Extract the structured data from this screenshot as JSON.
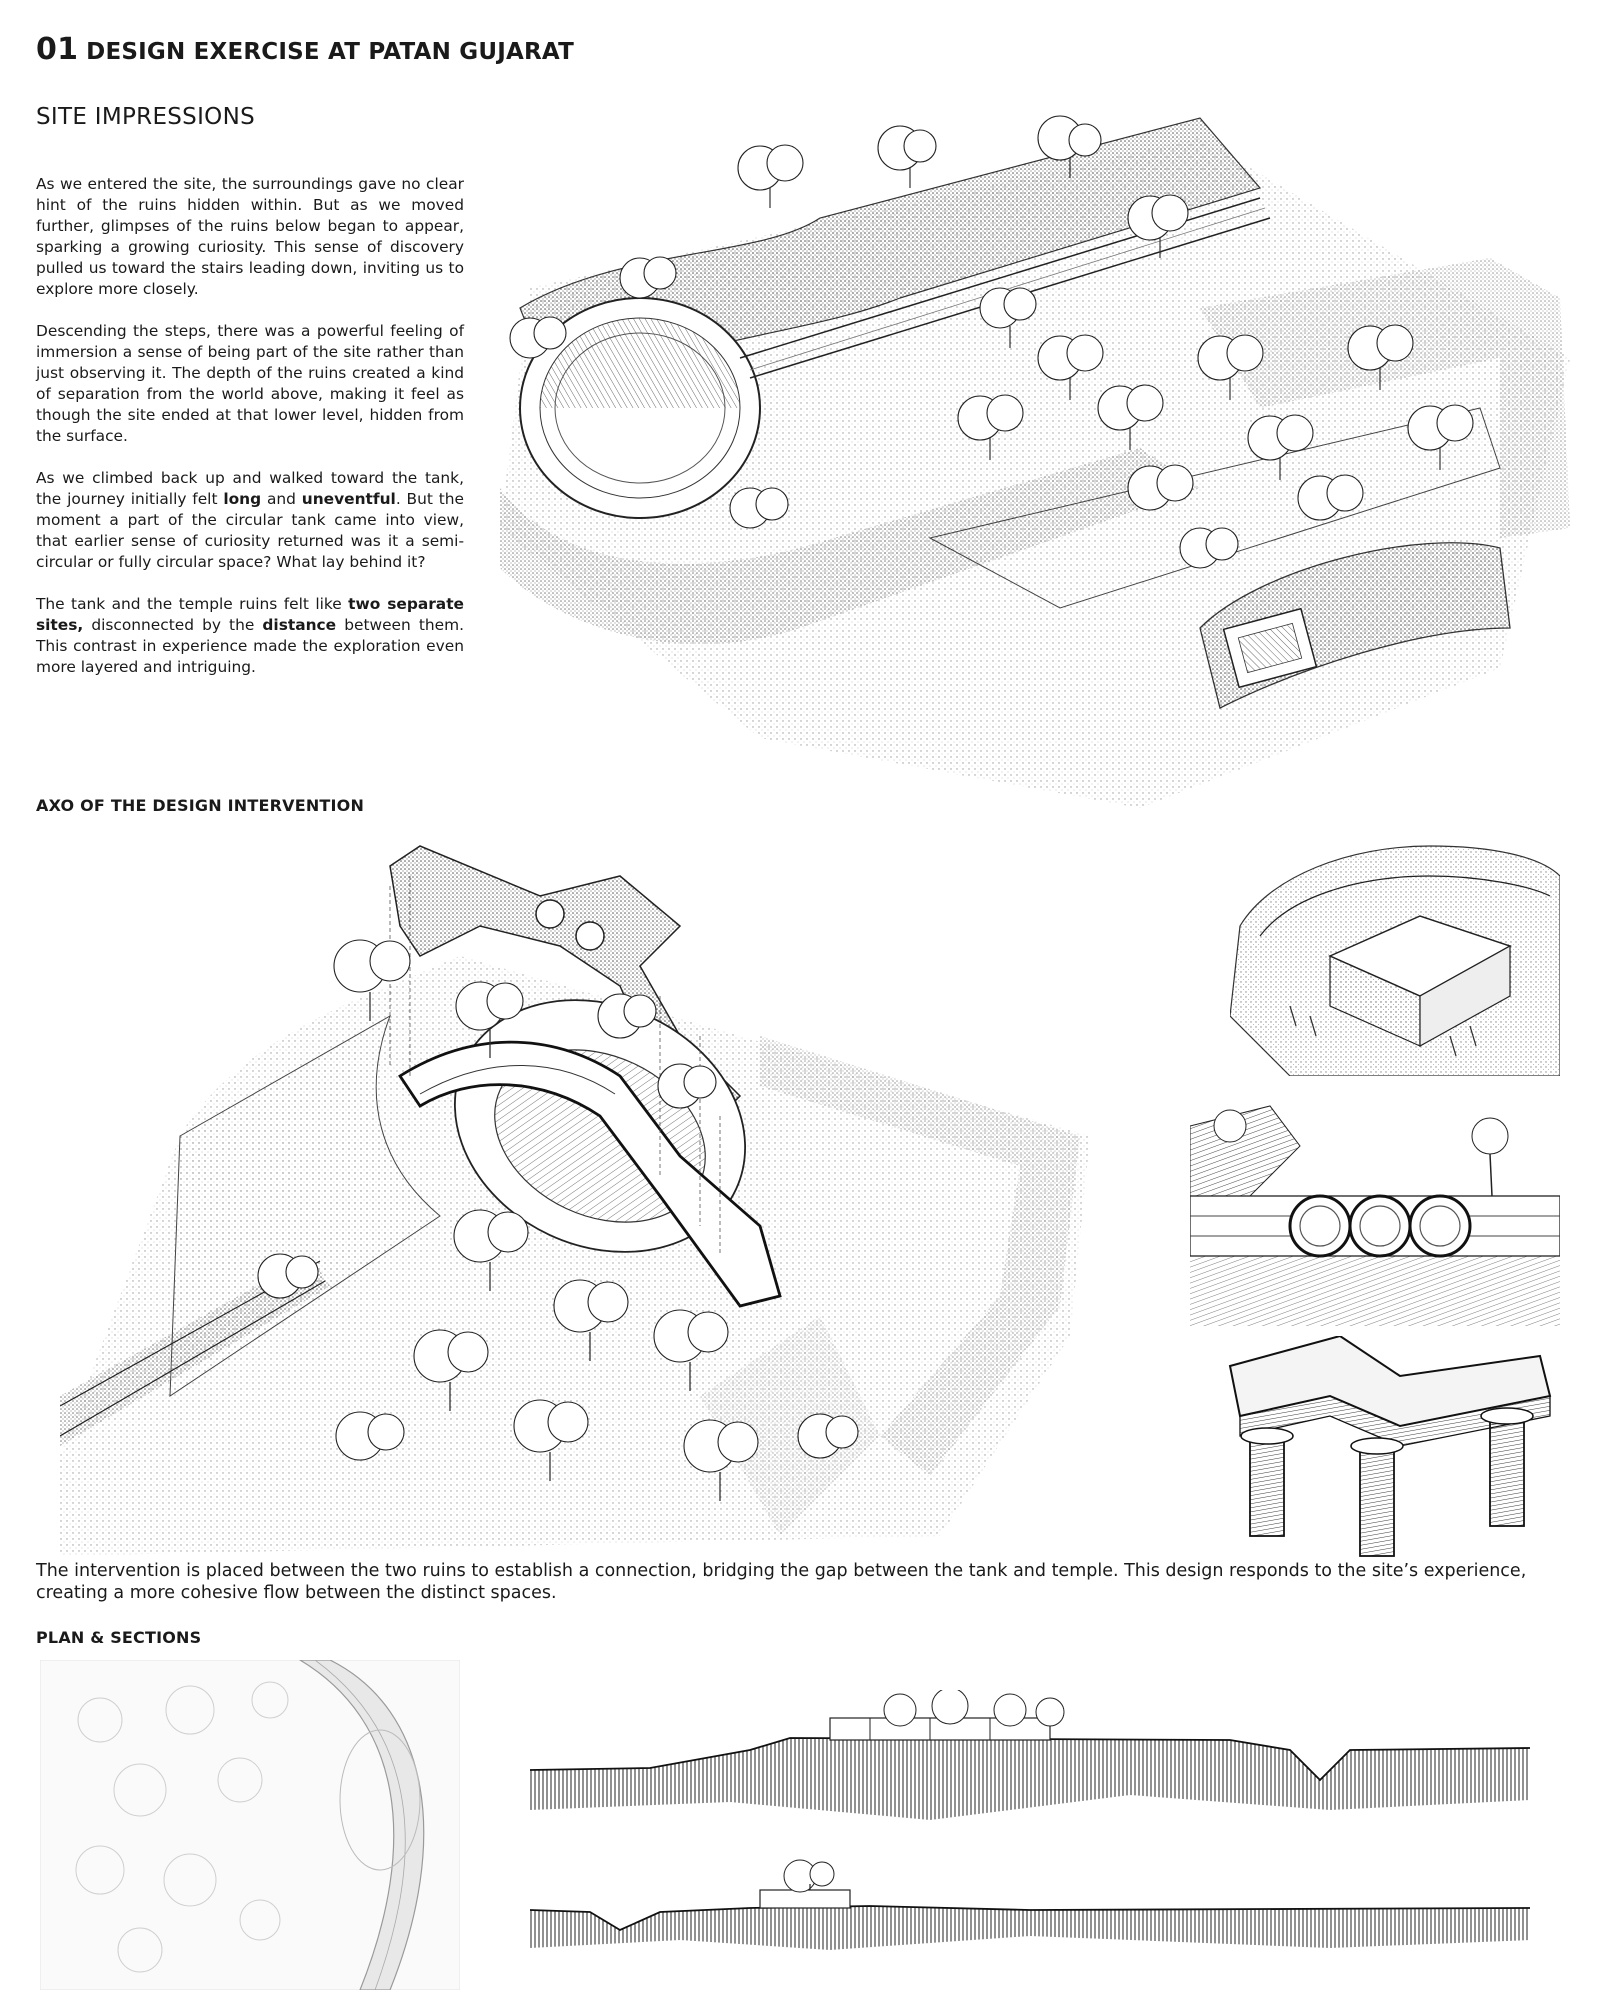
{
  "header": {
    "number": "01",
    "title": "DESIGN EXERCISE AT PATAN GUJARAT"
  },
  "site_impressions": {
    "heading": "SITE IMPRESSIONS",
    "p1": "As we entered the site, the surroundings gave no clear hint of the ruins hidden within. But as we moved further, glimpses of the ruins below began to appear, sparking a growing curiosity. This sense of discovery pulled us toward the stairs leading down, inviting us to explore more closely.",
    "p2": "Descending the steps, there was a powerful feeling of immersion a sense of being part of the site rather than just observing it. The depth of the ruins created a kind of separation from the world above, making it feel as though the site ended at that lower level, hidden from the surface.",
    "p3": {
      "a": "As we climbed back up and walked toward the tank, the journey initially felt ",
      "b": "long",
      "c": " and ",
      "d": "uneventful",
      "e": ". But the moment a part of the circular tank came into view, that earlier sense of curiosity returned was it a semi-circular or fully circular space? What lay behind it?"
    },
    "p4": {
      "a": "The tank and the temple ruins felt like ",
      "b": "two separate sites,",
      "c": " disconnected by the ",
      "d": "distance",
      "e": " between them. This contrast in experience made the exploration even more layered and intriguing."
    }
  },
  "axo": {
    "heading": "AXO OF THE DESIGN INTERVENTION",
    "caption": "The intervention is placed between the two ruins to establish a connection, bridging the gap between the tank and temple. This design responds to the site’s experience, creating a more cohesive flow between the distinct spaces."
  },
  "plan": {
    "heading": "PLAN & SECTIONS"
  },
  "colors": {
    "ink": "#1a1a1a",
    "paper": "#ffffff",
    "stipple": "#d8d8d8",
    "light_ink": "#bbbbbb"
  }
}
